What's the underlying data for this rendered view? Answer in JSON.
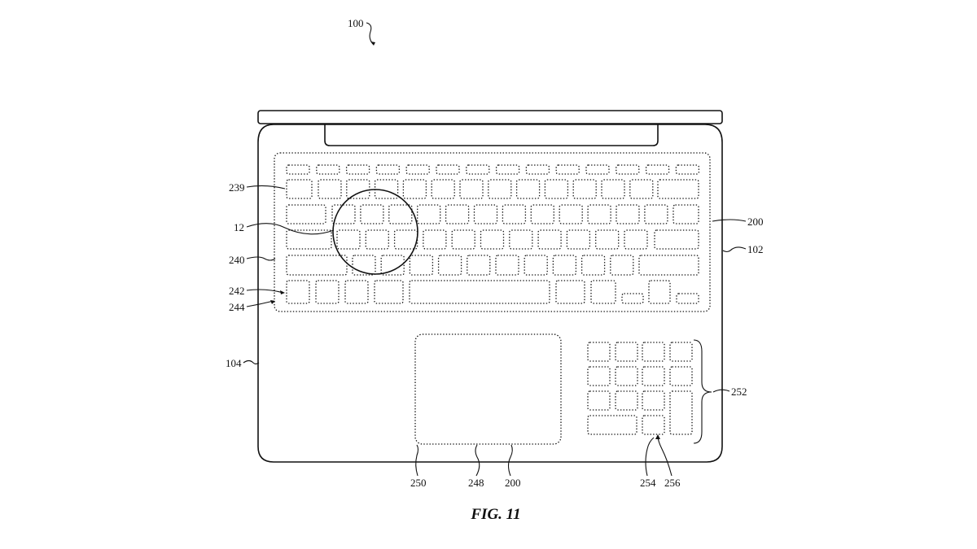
{
  "figure": {
    "caption": "FIG. 11",
    "refs": {
      "r100": "100",
      "r200a": "200",
      "r102": "102",
      "r239": "239",
      "r12": "12",
      "r240": "240",
      "r242": "242",
      "r244": "244",
      "r104": "104",
      "r252": "252",
      "r250": "250",
      "r248": "248",
      "r200b": "200",
      "r254": "254",
      "r256": "256"
    }
  }
}
